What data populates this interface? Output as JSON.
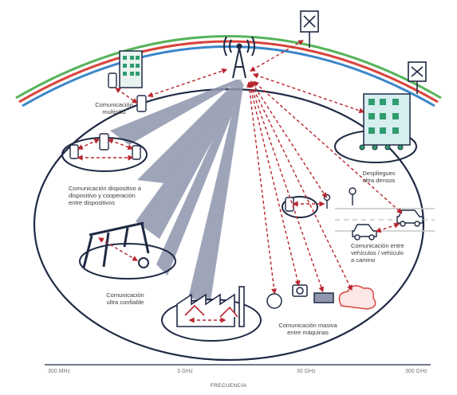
{
  "labels": {
    "multisite": "Comunicación\nmultisitio",
    "d2d": "Comunicación dispositivo a\ndispositivo y cooperación\nentre dispositivos",
    "ultra_reliable": "Comunicación\nultra confiable",
    "massive_machine": "Comunicación masiva\nentre máquinas",
    "ultra_dense": "Despliegues\nultra densos",
    "vehicles": "Comunicación entre\nvehículos / vehículo\na camino"
  },
  "axis": {
    "label": "FRECUENCIA",
    "ticks": [
      "300 MHz",
      "3 GHz",
      "30 GHz",
      "300 GHz"
    ]
  },
  "colors": {
    "outline": "#1f2a44",
    "link": "#b8262f",
    "beam": "#8f96ad",
    "device": "#2f9c6e",
    "arc_green": "#57b45a",
    "arc_red": "#d8433c",
    "arc_blue": "#3a86c8"
  },
  "icons": [
    "antenna-tower-icon",
    "router-icon",
    "building-icon",
    "smartphone-icon",
    "factory-icon",
    "car-icon",
    "camera-icon",
    "robot-icon",
    "cloud-icon"
  ]
}
